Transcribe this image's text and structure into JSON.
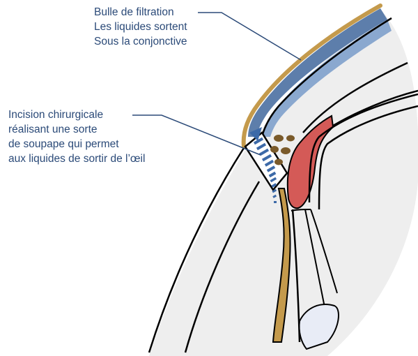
{
  "callouts": {
    "filtration_bleb": {
      "lines": [
        "Bulle de filtration",
        "Les liquides sortent",
        "Sous la conjonctive"
      ]
    },
    "surgical_incision": {
      "lines": [
        "Incision chirurgicale",
        "réalisant une sorte",
        "de soupape qui permet",
        "aux liquides de sortir de l’œil"
      ]
    }
  },
  "colors": {
    "text": "#2b4a78",
    "leader": "#2b4a78",
    "outline": "#000000",
    "eye_wall": "#eeeeee",
    "conjunctiva_gold": "#c49a4c",
    "bleb_blue_dark": "#5d7eab",
    "bleb_blue_light": "#8aa8cf",
    "iris_red": "#d45a57",
    "pigment_brown": "#7a5a2a",
    "lens_blue": "#e8ecf6"
  }
}
